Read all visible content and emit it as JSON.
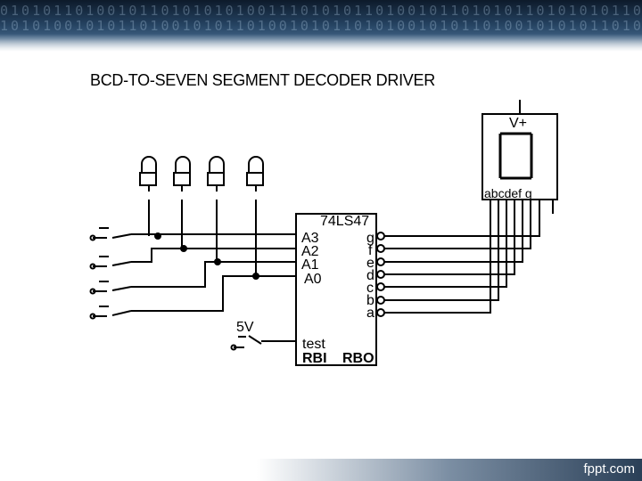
{
  "title": "BCD-TO-SEVEN SEGMENT DECODER DRIVER",
  "brand": "fppt.com",
  "banner_digits": "01010110100101101010101001110101011010010110101011010101011010100101101010",
  "banner_digits_2": "10101001010110100101011010010101101010010101101001010101101001011010100101",
  "colors": {
    "banner": "#23405e",
    "wire": "#000000",
    "background": "#ffffff"
  },
  "display": {
    "supply_label": "V+",
    "segment_labels": "abcdef g"
  },
  "decoder": {
    "part": "74LS47",
    "inputs": [
      "A3",
      "A2",
      "A1",
      "A0"
    ],
    "outputs": [
      "g",
      "f",
      "e",
      "d",
      "c",
      "b",
      "a"
    ],
    "test_label": "test",
    "rbi_label": "RBI",
    "rbo_label": "RBO"
  },
  "test_switch": {
    "voltage": "5V"
  }
}
